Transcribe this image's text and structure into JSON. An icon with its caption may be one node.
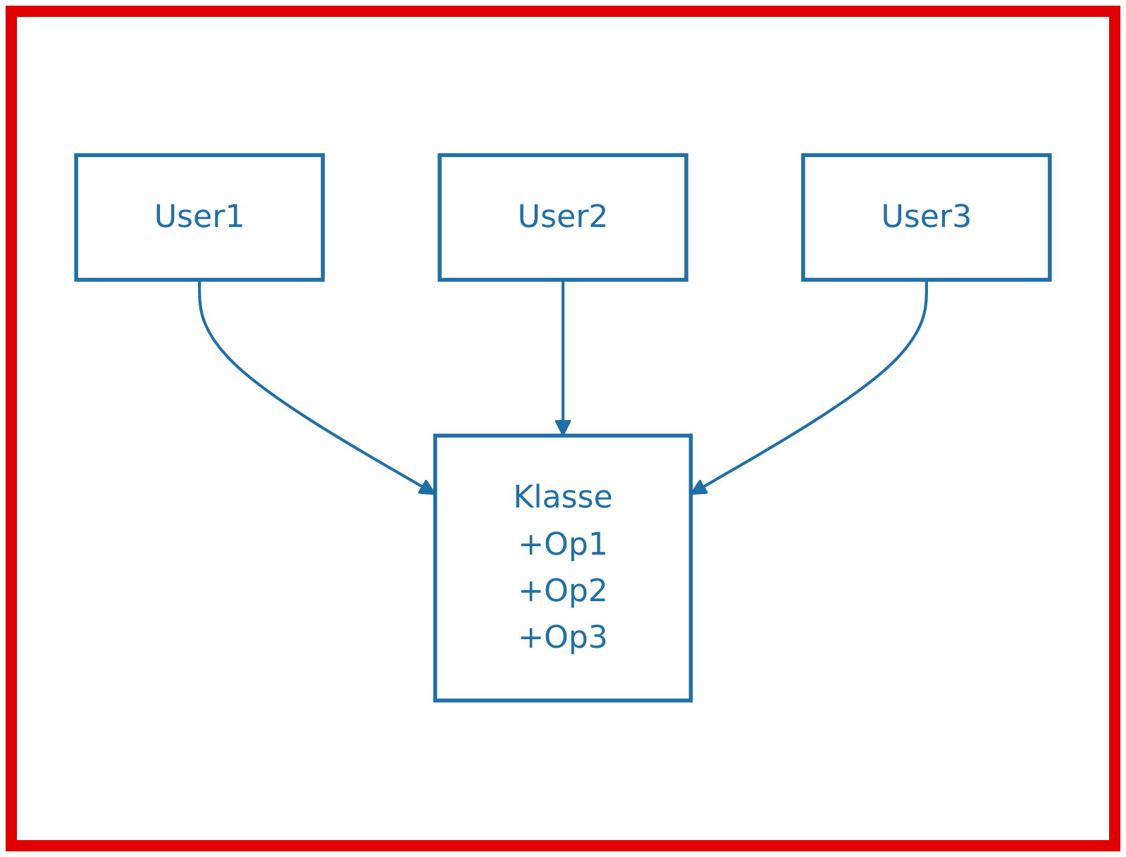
{
  "diagram": {
    "nodes": [
      {
        "text": [
          "User1"
        ]
      },
      {
        "text": [
          "User2"
        ]
      },
      {
        "text": [
          "User3"
        ]
      },
      {
        "text": [
          "Klasse",
          "+Op1",
          "+Op2",
          "+Op3"
        ]
      }
    ],
    "edges": [
      {
        "from": 0,
        "to": 3,
        "arrow": "to"
      },
      {
        "from": 1,
        "to": 3,
        "arrow": "to"
      },
      {
        "from": 2,
        "to": 3,
        "arrow": "to"
      }
    ]
  }
}
